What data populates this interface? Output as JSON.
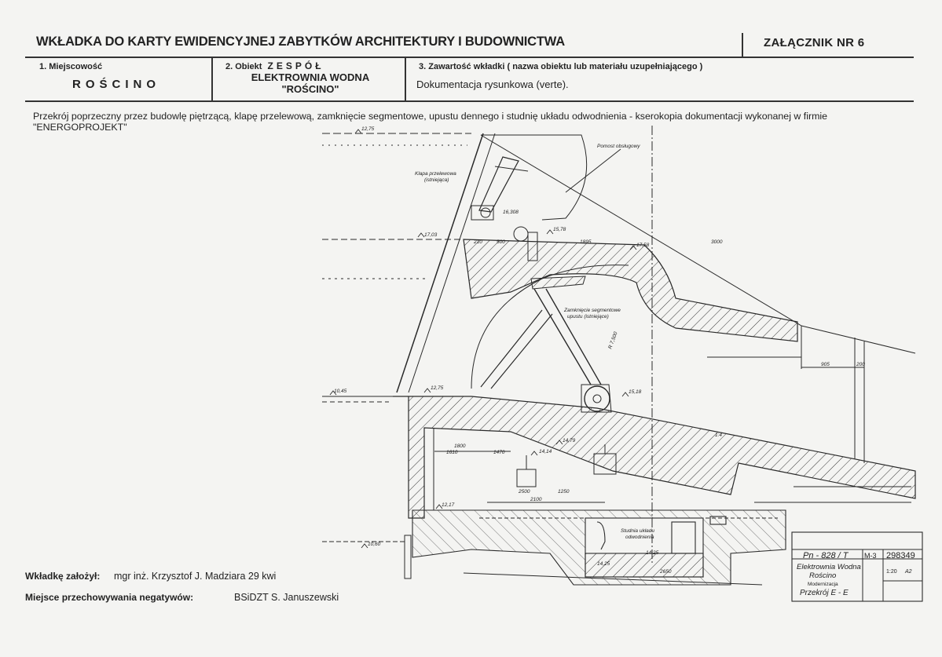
{
  "header": {
    "title": "WKŁADKA DO KARTY EWIDENCYJNEJ ZABYTKÓW ARCHITEKTURY I BUDOWNICTWA",
    "annex": "ZAŁĄCZNIK NR  6"
  },
  "fields": {
    "place": {
      "label": "1. Miejscowość",
      "value": "ROŚCINO"
    },
    "object": {
      "label": "2. Obiekt",
      "label_emph": "ZESPÓŁ",
      "line1": "ELEKTROWNIA WODNA",
      "line2": "\"ROŚCINO\""
    },
    "content": {
      "label": "3. Zawartość wkładki ( nazwa obiektu lub materiału uzupełniającego )",
      "value": "Dokumentacja rysunkowa (verte)."
    }
  },
  "description": "Przekrój poprzeczny przez budowlę piętrzącą, klapę przelewową, zamknięcie segmentowe, upustu dennego i studnię układu odwodnienia - kserokopia dokumentacji wykonanej w firmie \"ENERGOPROJEKT\"",
  "footer": {
    "author_label": "Wkładkę założył:",
    "author_value": "mgr inż. Krzysztof J. Madziara  29 kwi",
    "storage_label": "Miejsce przechowywania negatywów:",
    "storage_value": "BSiDZT S. Januszewski"
  },
  "drawing": {
    "labels": {
      "klapa": "Klapa przelewowa",
      "klapa2": "(istniejąca)",
      "segment": "Zamknięcie segmentowe",
      "segment2": "upustu (istniejące)",
      "studnia": "Studnia układu",
      "studnia2": "odwodnienia",
      "pomost": "Pomost obsługowy",
      "radius": "R 7,500"
    },
    "levels": [
      "12,75",
      "16,308",
      "17,03",
      "15,78",
      "17,58",
      "15,18",
      "12,75",
      "14,14",
      "14,79",
      "12,17",
      "10,60",
      "14,25",
      "14,25",
      "10,45"
    ],
    "dims": [
      "210",
      "500",
      "1895",
      "3000",
      "1800",
      "1610",
      "1470",
      "2100",
      "1250",
      "2500",
      "905",
      "200",
      "1:4",
      "2650"
    ],
    "titleblock": {
      "code": "Pn - 828 / T",
      "sheet": "M-3",
      "number": "298349",
      "name1": "Elektrownia  Wodna",
      "name2": "Rościno",
      "subtitle": "Modernizacja",
      "section": "Przekrój  E - E",
      "scale": "1:20",
      "format": "A2"
    }
  }
}
